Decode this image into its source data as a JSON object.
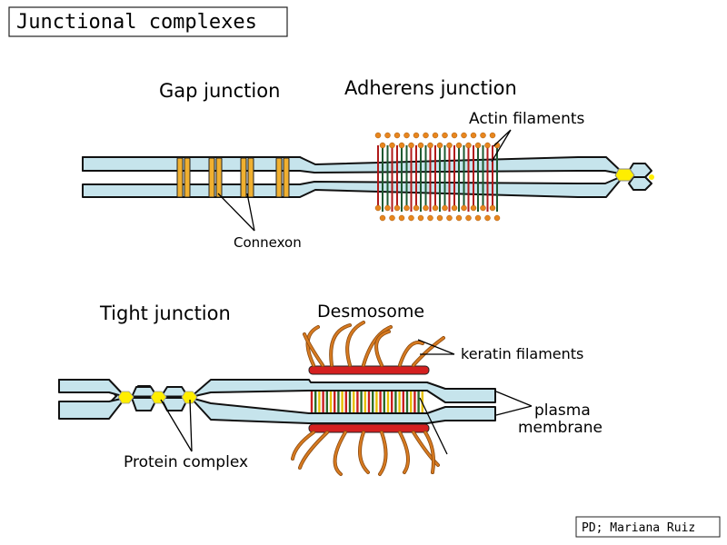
{
  "title": "Junctional complexes",
  "credit": "PD; Mariana Ruiz",
  "labels": {
    "gap_junction": "Gap junction",
    "adherens_junction": "Adherens junction",
    "actin_filaments": "Actin filaments",
    "connexon": "Connexon",
    "tight_junction": "Tight junction",
    "desmosome": "Desmosome",
    "keratin_filaments": "keratin filaments",
    "plasma": "plasma",
    "membrane": "membrane",
    "protein_complex": "Protein complex"
  },
  "colors": {
    "membrane": "#c6e4ec",
    "connexon": "#f0b030",
    "actin_dot": "#e8861e",
    "actin_green": "#1e5a32",
    "actin_red": "#b01a1a",
    "protein": "#ffee00",
    "keratin": "#d77a20",
    "plaque": "#d42020"
  }
}
